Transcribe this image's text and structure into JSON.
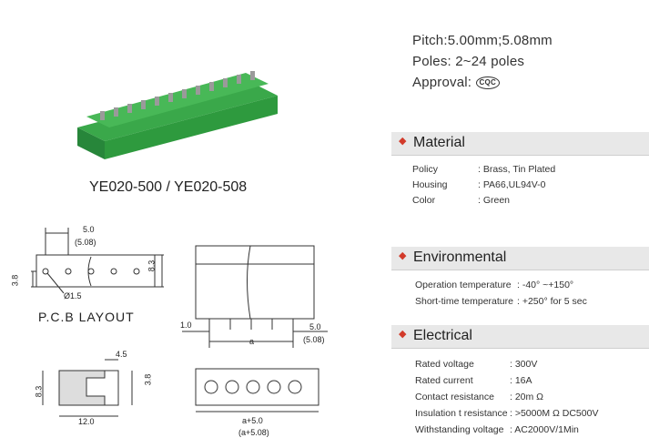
{
  "specs": {
    "pitch": "Pitch:5.00mm;5.08mm",
    "poles": "Poles: 2~24 poles",
    "approval_label": "Approval:",
    "approval_mark": "CQC"
  },
  "model": "YE020-500 / YE020-508",
  "colors": {
    "green": "#2e9a3e",
    "accent": "#d23a2a",
    "header_bg": "#e8e8e8"
  },
  "sections": {
    "material": {
      "title": "Material",
      "rows": [
        {
          "k": "Policy",
          "v": ": Brass, Tin Plated"
        },
        {
          "k": "Housing",
          "v": ": PA66,UL94V-0"
        },
        {
          "k": "Color",
          "v": ": Green"
        }
      ]
    },
    "environmental": {
      "title": "Environmental",
      "rows": [
        {
          "k": "Operation temperature",
          "v": ": -40° ~+150°"
        },
        {
          "k": "Short-time temperature",
          "v": ": +250° for 5 sec"
        }
      ]
    },
    "electrical": {
      "title": "Electrical",
      "rows": [
        {
          "k": "Rated voltage",
          "v": ": 300V"
        },
        {
          "k": "Rated current",
          "v": ": 16A"
        },
        {
          "k": "Contact resistance",
          "v": ": 20m Ω"
        },
        {
          "k": "Insulation t resistance",
          "v": ": >5000M Ω DC500V"
        },
        {
          "k": "Withstanding voltage",
          "v": ": AC2000V/1Min"
        }
      ]
    }
  },
  "drawings": {
    "pcb": {
      "title": "P.C.B LAYOUT",
      "pitch": "5.0",
      "pitch_alt": "(5.08)",
      "height": "8.3",
      "offset": "3.8",
      "hole": "Ø1.5"
    },
    "front": {
      "left_offset": "1.0",
      "a": "a",
      "pitch": "5.0",
      "pitch_alt": "(5.08)"
    },
    "side": {
      "top": "4.5",
      "right": "3.8",
      "left": "8.3",
      "bottom": "12.0"
    },
    "top": {
      "width": "a+5.0",
      "width_alt": "(a+5.08)"
    }
  }
}
